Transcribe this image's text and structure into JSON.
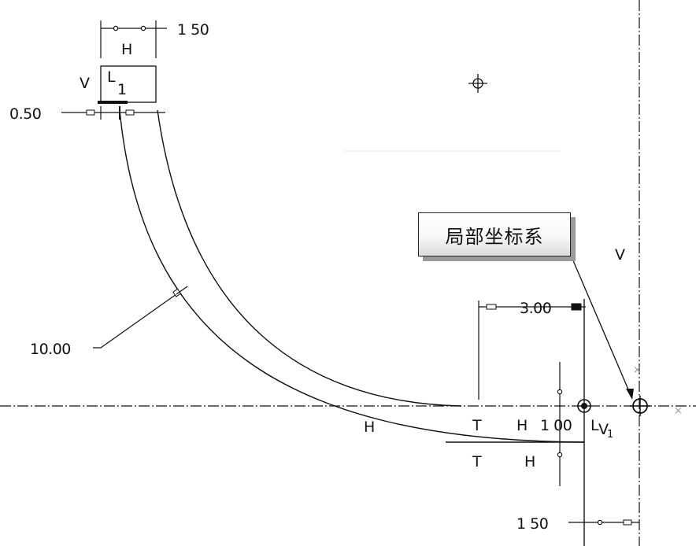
{
  "dimensions": {
    "top_width": "1 50",
    "top_offset": "0.50",
    "arc_radius": "10.00",
    "right_length": "3.00",
    "right_height": "1 00",
    "bottom_offset": "1 50"
  },
  "labels": {
    "h_top": "H",
    "v_top": "V",
    "l1_top_letter": "L",
    "l1_top_sub": "1",
    "v_right": "V",
    "h_arc": "H",
    "t_upper": "T",
    "h_upper": "H",
    "t_lower": "T",
    "h_lower": "H",
    "l_right": "L",
    "v_right_small": "V",
    "sub_right": "1"
  },
  "callout": {
    "text": "局部坐标系"
  }
}
